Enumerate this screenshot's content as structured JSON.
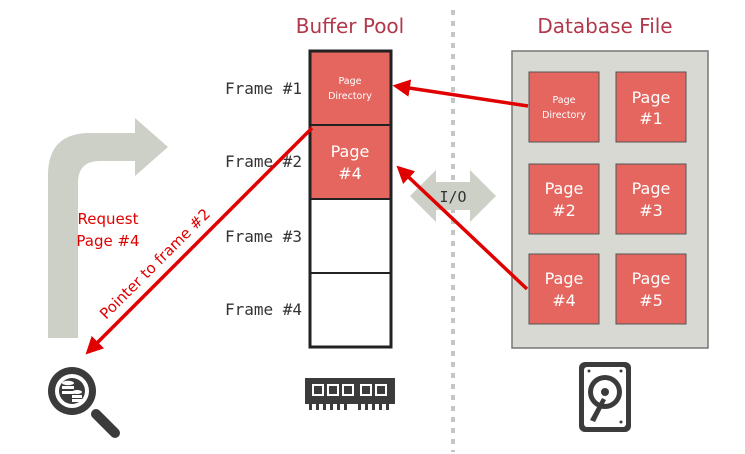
{
  "colors": {
    "accent_title": "#b0384a",
    "page_fill": "#e4665f",
    "arrow_red": "#e00000",
    "panel_gray": "#d8d9d3",
    "shape_gray": "#cdd0c7",
    "text_dark": "#333333",
    "icon_dark": "#3b3b3b"
  },
  "buffer_pool": {
    "title": "Buffer Pool",
    "frames": [
      {
        "label": "Frame #1",
        "content": [
          "Page",
          "Directory"
        ],
        "filled": true
      },
      {
        "label": "Frame #2",
        "content": [
          "Page",
          "#4"
        ],
        "filled": true
      },
      {
        "label": "Frame #3",
        "content": [],
        "filled": false
      },
      {
        "label": "Frame #4",
        "content": [],
        "filled": false
      }
    ]
  },
  "database_file": {
    "title": "Database File",
    "pages": [
      {
        "lines": [
          "Page",
          "Directory"
        ]
      },
      {
        "lines": [
          "Page",
          "#1"
        ]
      },
      {
        "lines": [
          "Page",
          "#2"
        ]
      },
      {
        "lines": [
          "Page",
          "#3"
        ]
      },
      {
        "lines": [
          "Page",
          "#4"
        ]
      },
      {
        "lines": [
          "Page",
          "#5"
        ]
      }
    ]
  },
  "io_label": "I/O",
  "request_label": [
    "Request",
    "Page #4"
  ],
  "pointer_label": "Pointer to frame #2",
  "icons": {
    "query": "database-search-icon",
    "memory": "ram-memory-icon",
    "disk": "hard-drive-icon"
  }
}
